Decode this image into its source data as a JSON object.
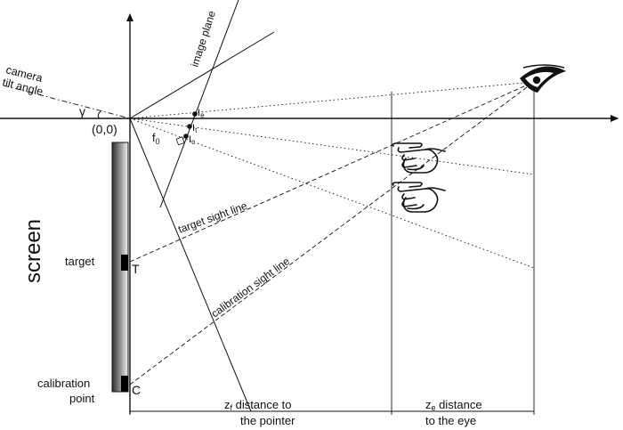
{
  "labels": {
    "camera_tilt_line1": "camera",
    "camera_tilt_line2": "tilt angle",
    "gamma": "γ",
    "origin": "(0,0)",
    "image_plane": "image plane",
    "f0": "f",
    "f0_sub": "0",
    "ie_base": "I",
    "ie_sub": "e",
    "it_base": "I",
    "it_sub": "t",
    "ic_base": "I",
    "ic_sub": "c",
    "screen": "screen",
    "target": "target",
    "target_marker": "T",
    "calibration_line1": "calibration",
    "calibration_line2": "point",
    "calibration_marker": "C",
    "target_sight_line": "target sight line",
    "calibration_sight_line": "calibration sight line",
    "zf_base": "z",
    "zf_sub": "f",
    "zf_rest": " distance to",
    "zf_line2": "the pointer",
    "ze_base": "z",
    "ze_sub": "e",
    "ze_rest": " distance",
    "ze_line2": "to the eye"
  },
  "icons": {
    "eye": "eye-icon",
    "hand_upper": "pointing-hand-icon",
    "hand_lower": "pointing-hand-icon"
  },
  "colors": {
    "line": "#111111",
    "screen_dark": "#3a3a3a",
    "screen_light": "#f2f2f2",
    "marker": "#000000"
  }
}
